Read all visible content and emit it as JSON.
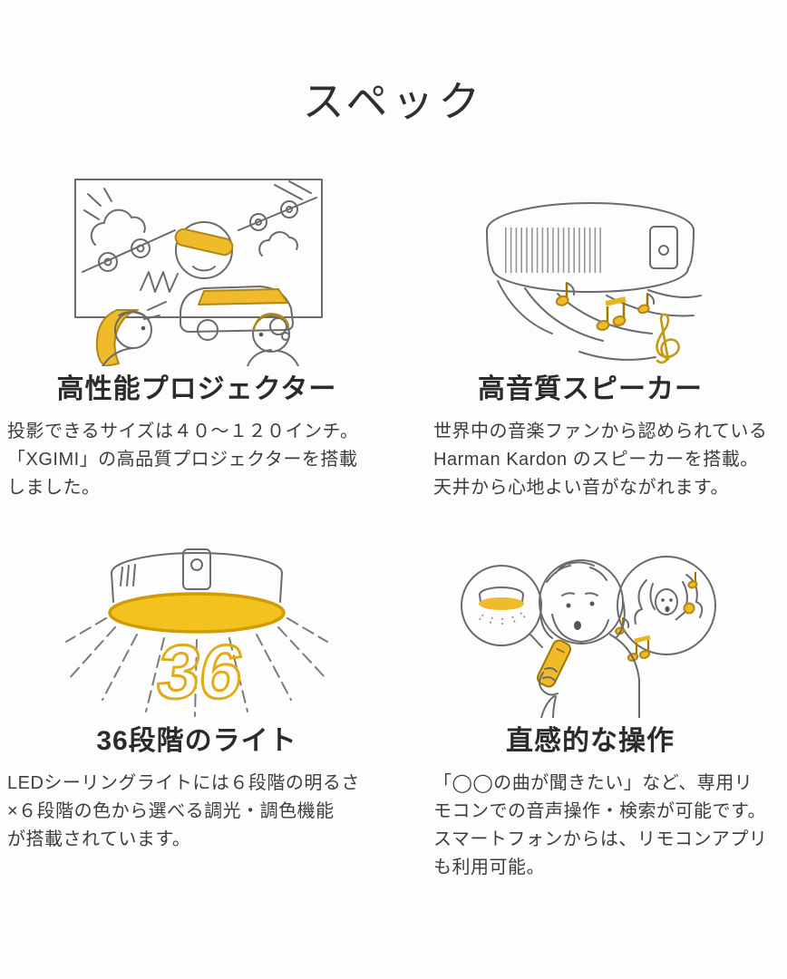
{
  "page": {
    "title": "スペック"
  },
  "colors": {
    "accent_yellow": "#f0bb2b",
    "glow_yellow": "#f3c21e",
    "line_gray": "#6b6b6b",
    "text": "#3a3a3a"
  },
  "features": [
    {
      "icon": "projector-screen-illustration",
      "heading": "高性能プロジェクター",
      "body_lines": [
        "投影できるサイズは４０～１２０インチ。",
        "「XGIMI」の高品質プロジェクターを搭載",
        "しました。"
      ]
    },
    {
      "icon": "ceiling-speaker-illustration",
      "heading": "高音質スピーカー",
      "body_lines": [
        "世界中の音楽ファンから認められている",
        "Harman Kardon のスピーカーを搭載。",
        "天井から心地よい音がながれます。"
      ]
    },
    {
      "icon": "ceiling-light-illustration",
      "heading": "36段階のライト",
      "light_level_label": "36",
      "body_lines": [
        "LEDシーリングライトには６段階の明るさ",
        "×６段階の色から選べる調光・調色機能",
        "が搭載されています。"
      ]
    },
    {
      "icon": "voice-control-illustration",
      "heading": "直感的な操作",
      "body_lines": [
        "「◯◯の曲が聞きたい」など、専用リ",
        "モコンでの音声操作・検索が可能です。",
        "スマートフォンからは、リモコンアプリ",
        "も利用可能。"
      ]
    }
  ]
}
